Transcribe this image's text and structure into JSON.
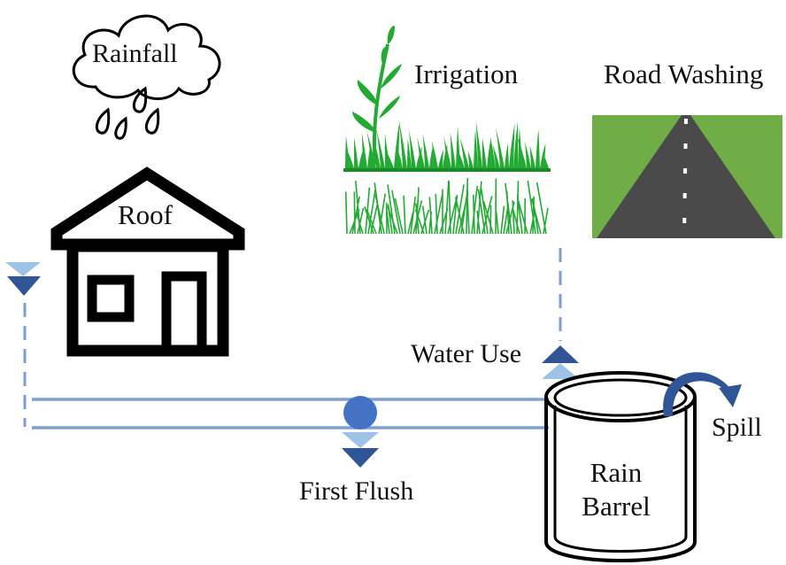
{
  "labels": {
    "rainfall": "Rainfall",
    "irrigation": "Irrigation",
    "road_washing": "Road Washing",
    "roof": "Roof",
    "water_use": "Water Use",
    "spill": "Spill",
    "first_flush": "First Flush",
    "rain_barrel_line1": "Rain",
    "rain_barrel_line2": "Barrel"
  },
  "icons": {
    "cloud": "rain-cloud-icon",
    "house": "house-icon",
    "grass": "grass-icon",
    "road": "road-icon",
    "barrel": "rain-barrel-icon",
    "valve": "first-flush-valve-icon",
    "spill_arrow": "curved-arrow-icon"
  },
  "colors": {
    "pipe": "#7a9fd8",
    "arrow_dark": "#2f5597",
    "arrow_light": "#9dc3e6",
    "grass": "#22aa33",
    "road_bg": "#70ad47",
    "road": "#4a4a4a",
    "outline": "#000000"
  }
}
